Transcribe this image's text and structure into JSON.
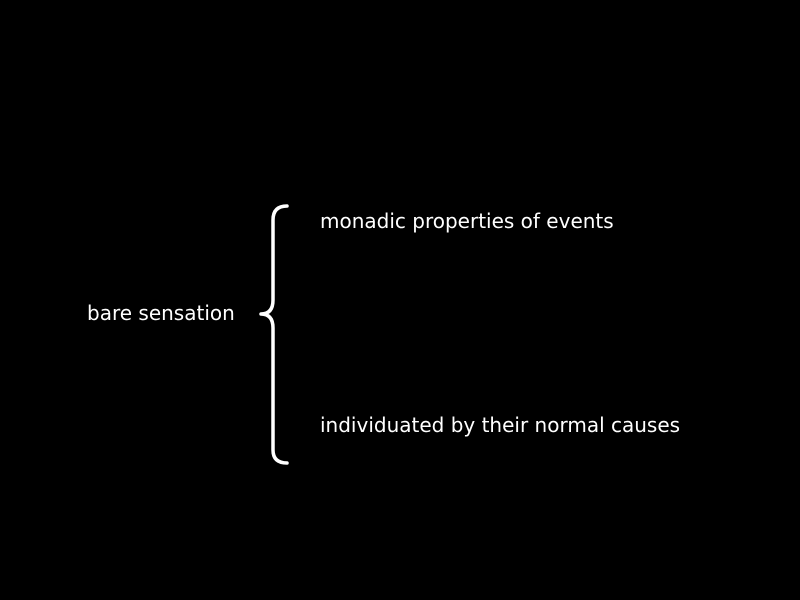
{
  "slide": {
    "left_term": "bare sensation",
    "branches": [
      "monadic properties of events",
      "individuated by their normal causes"
    ]
  },
  "colors": {
    "background": "#000000",
    "foreground": "#ffffff"
  }
}
